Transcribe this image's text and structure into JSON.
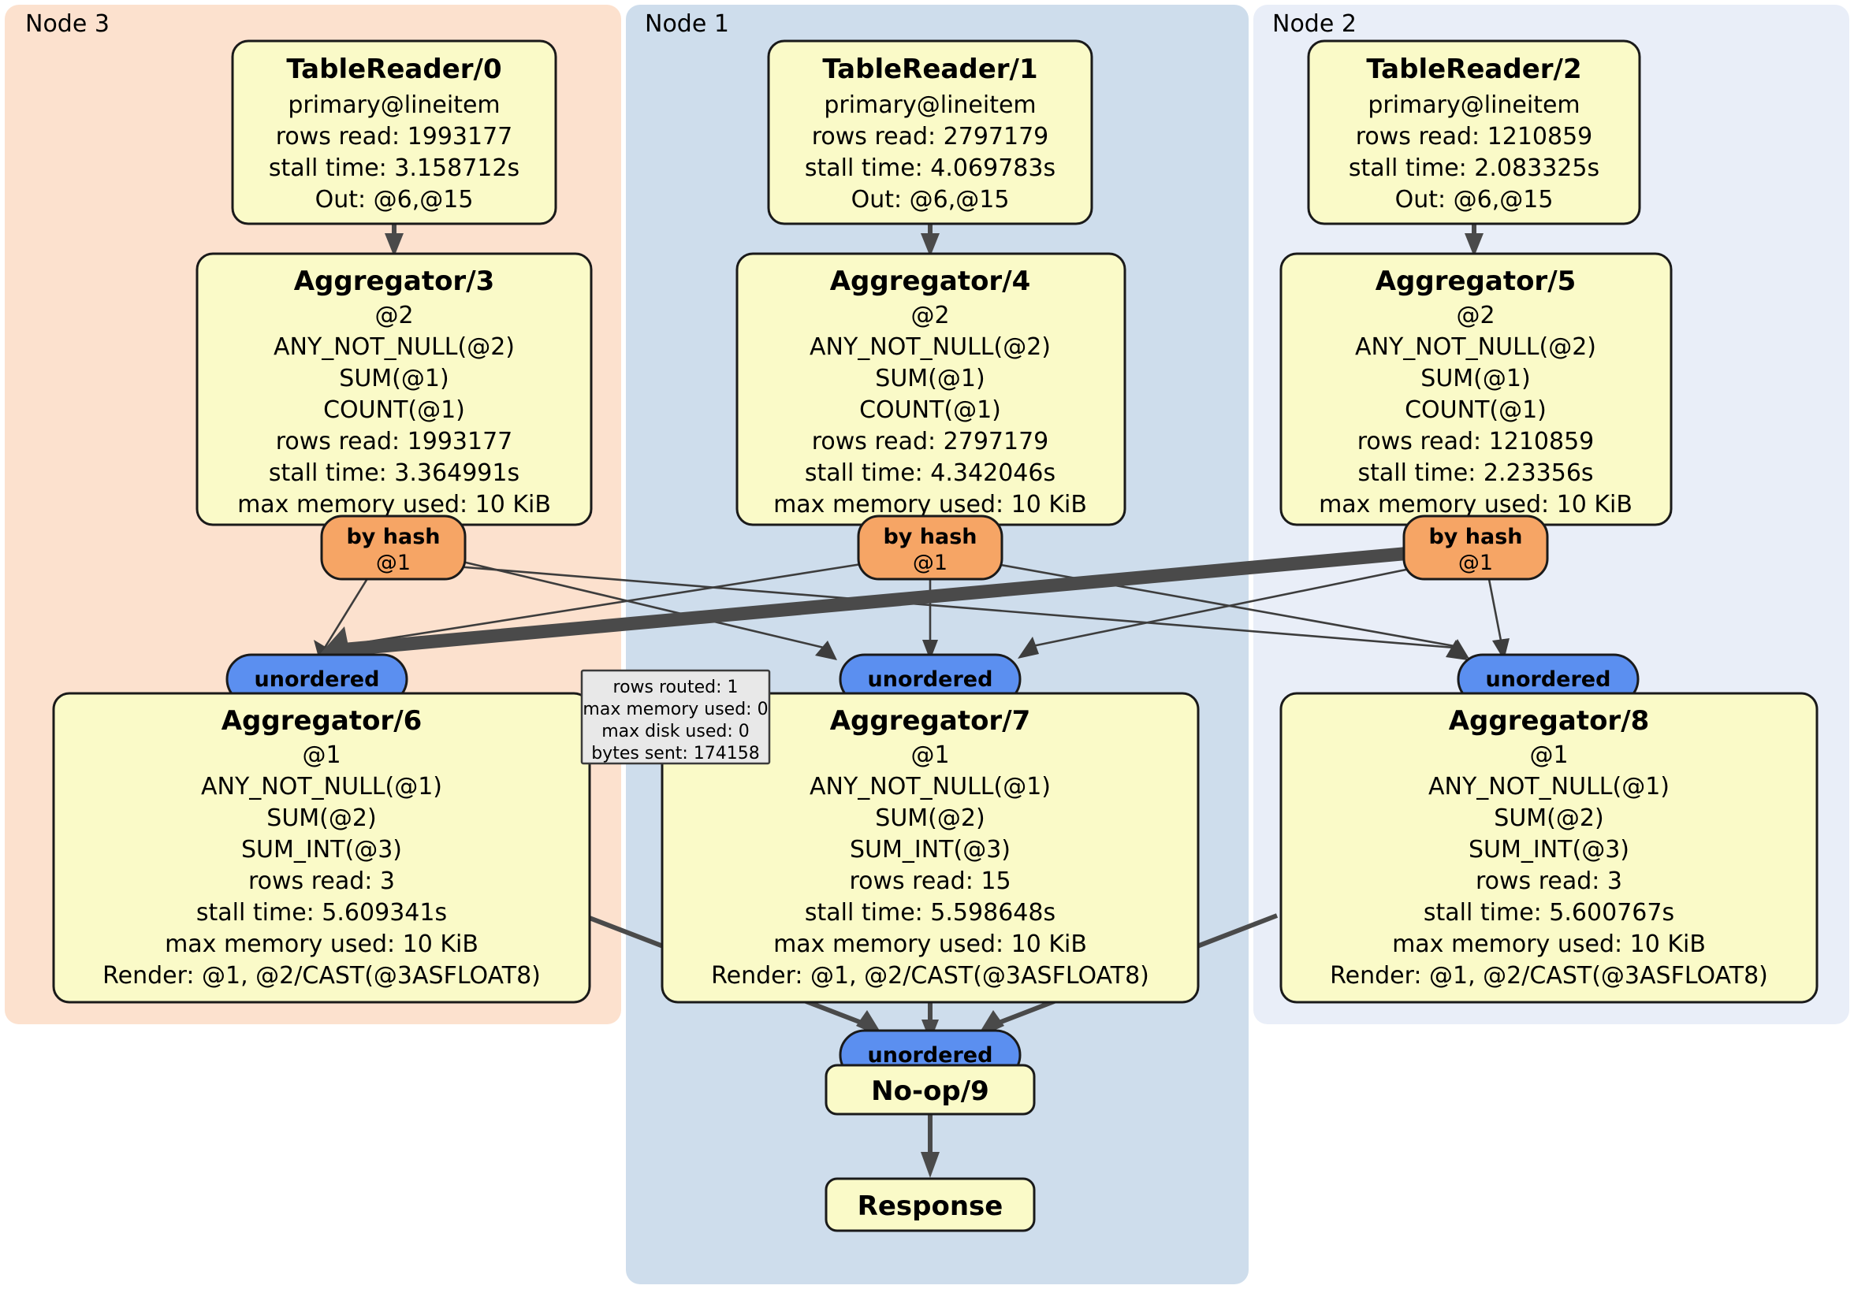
{
  "diagram": {
    "type": "distributed-query-execution-plan",
    "colors": {
      "node3_cluster_bg": "#FCE1CE",
      "node1_cluster_bg": "#CEDDEC",
      "node2_cluster_bg": "#E9EEF8",
      "operator_box_bg": "#FAFAC8",
      "hash_router_bg": "#F6A565",
      "unordered_synchronizer_bg": "#5B8FF0",
      "tooltip_bg": "#E8E8E8",
      "edge_color": "#4a4a4a",
      "border_color": "#1a1a1a"
    },
    "clusters": [
      {
        "id": "node3",
        "label": "Node 3"
      },
      {
        "id": "node1",
        "label": "Node 1"
      },
      {
        "id": "node2",
        "label": "Node 2"
      }
    ],
    "operators": {
      "table_reader_0": {
        "title": "TableReader/0",
        "lines": [
          "primary@lineitem",
          "rows read: 1993177",
          "stall time: 3.158712s",
          "Out: @6,@15"
        ]
      },
      "table_reader_1": {
        "title": "TableReader/1",
        "lines": [
          "primary@lineitem",
          "rows read: 2797179",
          "stall time: 4.069783s",
          "Out: @6,@15"
        ]
      },
      "table_reader_2": {
        "title": "TableReader/2",
        "lines": [
          "primary@lineitem",
          "rows read: 1210859",
          "stall time: 2.083325s",
          "Out: @6,@15"
        ]
      },
      "aggregator_3": {
        "title": "Aggregator/3",
        "lines": [
          "@2",
          "ANY_NOT_NULL(@2)",
          "SUM(@1)",
          "COUNT(@1)",
          "rows read: 1993177",
          "stall time: 3.364991s",
          "max memory used: 10 KiB"
        ]
      },
      "aggregator_4": {
        "title": "Aggregator/4",
        "lines": [
          "@2",
          "ANY_NOT_NULL(@2)",
          "SUM(@1)",
          "COUNT(@1)",
          "rows read: 2797179",
          "stall time: 4.342046s",
          "max memory used: 10 KiB"
        ]
      },
      "aggregator_5": {
        "title": "Aggregator/5",
        "lines": [
          "@2",
          "ANY_NOT_NULL(@2)",
          "SUM(@1)",
          "COUNT(@1)",
          "rows read: 1210859",
          "stall time: 2.23356s",
          "max memory used: 10 KiB"
        ]
      },
      "aggregator_6": {
        "title": "Aggregator/6",
        "lines": [
          "@1",
          "ANY_NOT_NULL(@1)",
          "SUM(@2)",
          "SUM_INT(@3)",
          "rows read: 3",
          "stall time: 5.609341s",
          "max memory used: 10 KiB",
          "Render: @1, @2/CAST(@3ASFLOAT8)"
        ]
      },
      "aggregator_7": {
        "title": "Aggregator/7",
        "lines": [
          "@1",
          "ANY_NOT_NULL(@1)",
          "SUM(@2)",
          "SUM_INT(@3)",
          "rows read: 15",
          "stall time: 5.598648s",
          "max memory used: 10 KiB",
          "Render: @1, @2/CAST(@3ASFLOAT8)"
        ]
      },
      "aggregator_8": {
        "title": "Aggregator/8",
        "lines": [
          "@1",
          "ANY_NOT_NULL(@1)",
          "SUM(@2)",
          "SUM_INT(@3)",
          "rows read: 3",
          "stall time: 5.600767s",
          "max memory used: 10 KiB",
          "Render: @1, @2/CAST(@3ASFLOAT8)"
        ]
      },
      "noop_9": {
        "title": "No-op/9",
        "lines": []
      },
      "response": {
        "title": "Response",
        "lines": []
      }
    },
    "routers": {
      "by_hash_3": {
        "title": "by hash",
        "sub": "@1"
      },
      "by_hash_4": {
        "title": "by hash",
        "sub": "@1"
      },
      "by_hash_5": {
        "title": "by hash",
        "sub": "@1"
      }
    },
    "synchronizers": {
      "unordered_6": {
        "label": "unordered"
      },
      "unordered_7": {
        "label": "unordered"
      },
      "unordered_8": {
        "label": "unordered"
      },
      "unordered_9": {
        "label": "unordered"
      }
    },
    "tooltip": {
      "lines": [
        "rows routed: 1",
        "max memory used: 0",
        "max disk used: 0",
        "bytes sent: 174158"
      ]
    }
  }
}
